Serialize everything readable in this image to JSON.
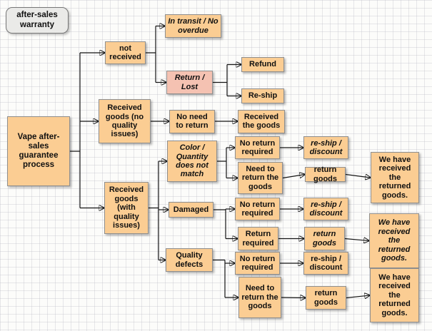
{
  "note": "after-sales warranty",
  "nodes": {
    "root": "Vape after-sales guarantee process",
    "not_received": "not received",
    "in_transit": "In transit / No overdue",
    "return_lost": "Return / Lost",
    "refund": "Refund",
    "reship": "Re-ship",
    "received_no_issues": "Received goods (no quality issues)",
    "no_need_to_return": "No need to return",
    "received_the_goods": "Received the goods",
    "received_with_issues": "Received goods (with quality issues)",
    "color_quantity_mismatch": "Color / Quantity does not match",
    "cq_no_return_required": "No return required",
    "cq_reship_discount": "re-ship / discount",
    "cq_need_to_return": "Need to return the goods",
    "cq_return_goods": "return goods",
    "cq_received_returned": "We have received the returned goods.",
    "damaged": "Damaged",
    "dmg_no_return_required": "No return required",
    "dmg_reship_discount": "re-ship / discount",
    "dmg_return_required": "Return required",
    "dmg_return_goods": "return goods",
    "dmg_received_returned": "We have received the returned goods.",
    "quality_defects": "Quality defects",
    "qd_no_return_required": "No return required",
    "qd_reship_discount": "re-ship / discount",
    "qd_need_to_return": "Need to return the goods",
    "qd_return_goods": "return goods",
    "qd_received_returned": "We have received the returned goods."
  },
  "edges": [
    [
      "root",
      "not_received"
    ],
    [
      "root",
      "received_no_issues"
    ],
    [
      "root",
      "received_with_issues"
    ],
    [
      "not_received",
      "in_transit"
    ],
    [
      "not_received",
      "return_lost"
    ],
    [
      "return_lost",
      "refund"
    ],
    [
      "return_lost",
      "reship"
    ],
    [
      "received_no_issues",
      "no_need_to_return"
    ],
    [
      "no_need_to_return",
      "received_the_goods"
    ],
    [
      "received_with_issues",
      "color_quantity_mismatch"
    ],
    [
      "received_with_issues",
      "damaged"
    ],
    [
      "received_with_issues",
      "quality_defects"
    ],
    [
      "color_quantity_mismatch",
      "cq_no_return_required"
    ],
    [
      "cq_no_return_required",
      "cq_reship_discount"
    ],
    [
      "color_quantity_mismatch",
      "cq_need_to_return"
    ],
    [
      "cq_need_to_return",
      "cq_return_goods"
    ],
    [
      "cq_return_goods",
      "cq_received_returned"
    ],
    [
      "damaged",
      "dmg_no_return_required"
    ],
    [
      "dmg_no_return_required",
      "dmg_reship_discount"
    ],
    [
      "damaged",
      "dmg_return_required"
    ],
    [
      "dmg_return_required",
      "dmg_return_goods"
    ],
    [
      "dmg_return_goods",
      "dmg_received_returned"
    ],
    [
      "quality_defects",
      "qd_no_return_required"
    ],
    [
      "qd_no_return_required",
      "qd_reship_discount"
    ],
    [
      "quality_defects",
      "qd_need_to_return"
    ],
    [
      "qd_need_to_return",
      "qd_return_goods"
    ],
    [
      "qd_return_goods",
      "qd_received_returned"
    ]
  ],
  "colors": {
    "node_fill": "#fbcd93",
    "node_pink": "#f5c2b2",
    "note_fill": "#eaeae8",
    "connector": "#141414"
  }
}
